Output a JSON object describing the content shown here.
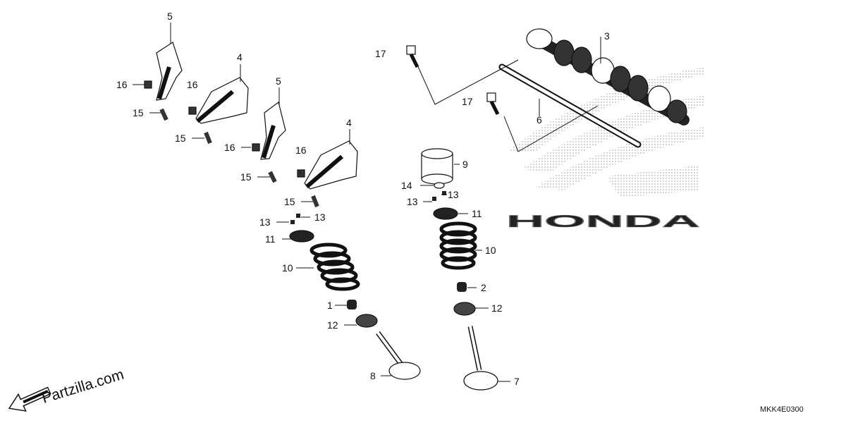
{
  "callouts": {
    "c1": "1",
    "c2": "2",
    "c3": "3",
    "c4a": "4",
    "c4b": "4",
    "c5a": "5",
    "c5b": "5",
    "c6": "6",
    "c7": "7",
    "c8": "8",
    "c9": "9",
    "c10a": "10",
    "c10b": "10",
    "c11a": "11",
    "c11b": "11",
    "c12a": "12",
    "c12b": "12",
    "c13a": "13",
    "c13b": "13",
    "c13c": "13",
    "c13d": "13",
    "c14": "14",
    "c15a": "15",
    "c15b": "15",
    "c15c": "15",
    "c15d": "15",
    "c16a": "16",
    "c16b": "16",
    "c16c": "16",
    "c16d": "16",
    "c17a": "17",
    "c17b": "17"
  },
  "watermark": {
    "brand": "HONDA",
    "site": "Partzilla.com"
  },
  "diagram_code": "MKK4E0300",
  "icons": {
    "direction_arrow": "fr-arrow-icon",
    "brand": "honda-wing-logo"
  }
}
